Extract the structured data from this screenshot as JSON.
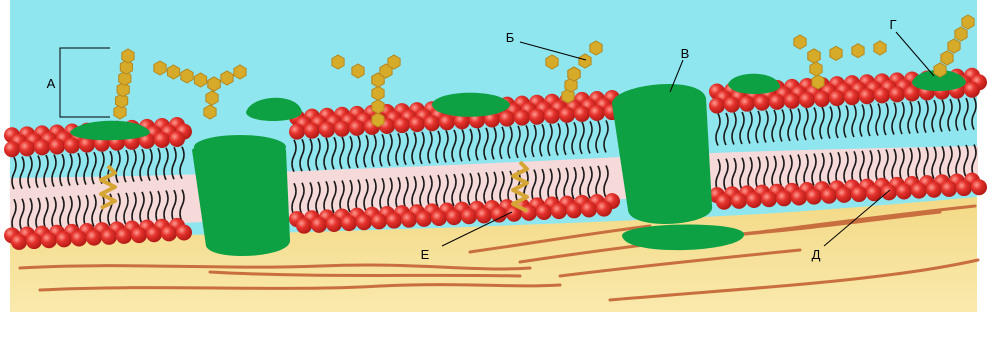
{
  "labels": {
    "a": "А",
    "b": "Б",
    "v": "В",
    "g": "Г",
    "d": "Д",
    "e": "Е"
  },
  "colors": {
    "sky": "#8fe6ef",
    "cytoplasm": "#f7e6a0",
    "cytoplasm_edge": "#f3d985",
    "lipid_head": "#e5322c",
    "lipid_head_highlight": "#ff9a90",
    "lipid_tail": "#1a1a1a",
    "bilayer_core": "#f6d9d9",
    "protein": "#0ea144",
    "glycan": "#d7ab2a",
    "cholesterol": "#d6a634",
    "filament": "#c96f3f"
  },
  "icons": {
    "protein": "green-protein-shape",
    "glycan": "hexagon-chain",
    "lipid": "red-sphere-with-tails"
  }
}
